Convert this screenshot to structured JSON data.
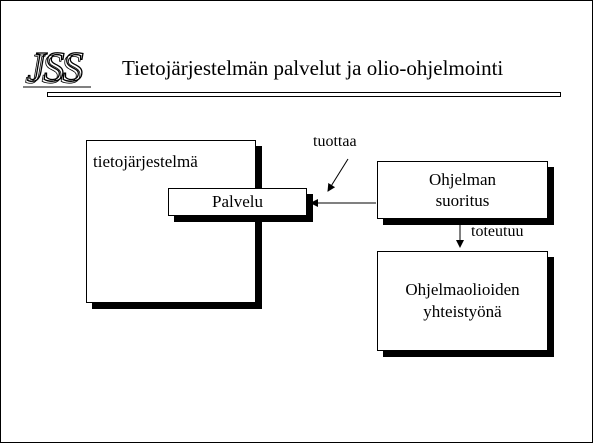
{
  "slide": {
    "logo_text": "JSS",
    "title": "Tietojärjestelmän palvelut ja olio-ohjelmointi"
  },
  "diagram": {
    "system_label": "tietojärjestelmä",
    "service_label": "Palvelu",
    "execution_line1": "Ohjelman",
    "execution_line2": "suoritus",
    "objects_line1": "Ohjelmaolioiden",
    "objects_line2": "yhteistyönä",
    "produces_label": "tuottaa",
    "realized_label": "toteutuu"
  }
}
